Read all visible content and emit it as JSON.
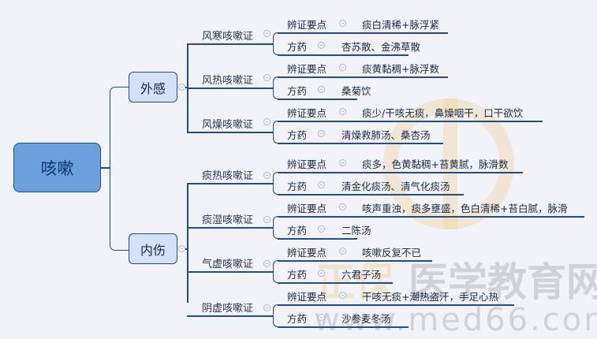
{
  "root": {
    "label": "咳嗽"
  },
  "categories": [
    {
      "label": "外感",
      "subtypes": [
        {
          "label": "风寒咳嗽证",
          "key_points_label": "辨证要点",
          "key_points": "痰白清稀+脉浮紧",
          "formula_label": "方药",
          "formula": "杏苏散、金沸草散"
        },
        {
          "label": "风热咳嗽证",
          "key_points_label": "辨证要点",
          "key_points": "痰黄黏稠+脉浮数",
          "formula_label": "方药",
          "formula": "桑菊饮"
        },
        {
          "label": "风燥咳嗽证",
          "key_points_label": "辨证要点",
          "key_points": "痰少/干咳无痰，鼻燥咽干，口干欲饮",
          "formula_label": "方药",
          "formula": "清燥救肺汤、桑杏汤"
        }
      ]
    },
    {
      "label": "内伤",
      "subtypes": [
        {
          "label": "痰热咳嗽证",
          "key_points_label": "辨证要点",
          "key_points": "痰多，色黄黏稠+苔黄腻，脉滑数",
          "formula_label": "方药",
          "formula": "清金化痰汤、清气化痰汤"
        },
        {
          "label": "痰湿咳嗽证",
          "key_points_label": "辨证要点",
          "key_points": "咳声重浊，痰多壅盛，色白清稀+苔白腻，脉滑",
          "formula_label": "方药",
          "formula": "二陈汤"
        },
        {
          "label": "气虚咳嗽证",
          "key_points_label": "辨证要点",
          "key_points": "咳嗽反复不已",
          "formula_label": "方药",
          "formula": "六君子汤"
        },
        {
          "label": "阴虚咳嗽证",
          "key_points_label": "辨证要点",
          "key_points": "干咳无痰+潮热盗汗，手足心热",
          "formula_label": "方药",
          "formula": "沙参麦冬汤"
        }
      ]
    }
  ],
  "watermark": {
    "brand": "医学教育网",
    "prefix": "正保",
    "url": "www.med66.com"
  },
  "colors": {
    "line": "#1f4e8c",
    "root_fill": "#6aa0dc",
    "category_fill": "#d3e1fb",
    "background": "#f1f3f9"
  }
}
